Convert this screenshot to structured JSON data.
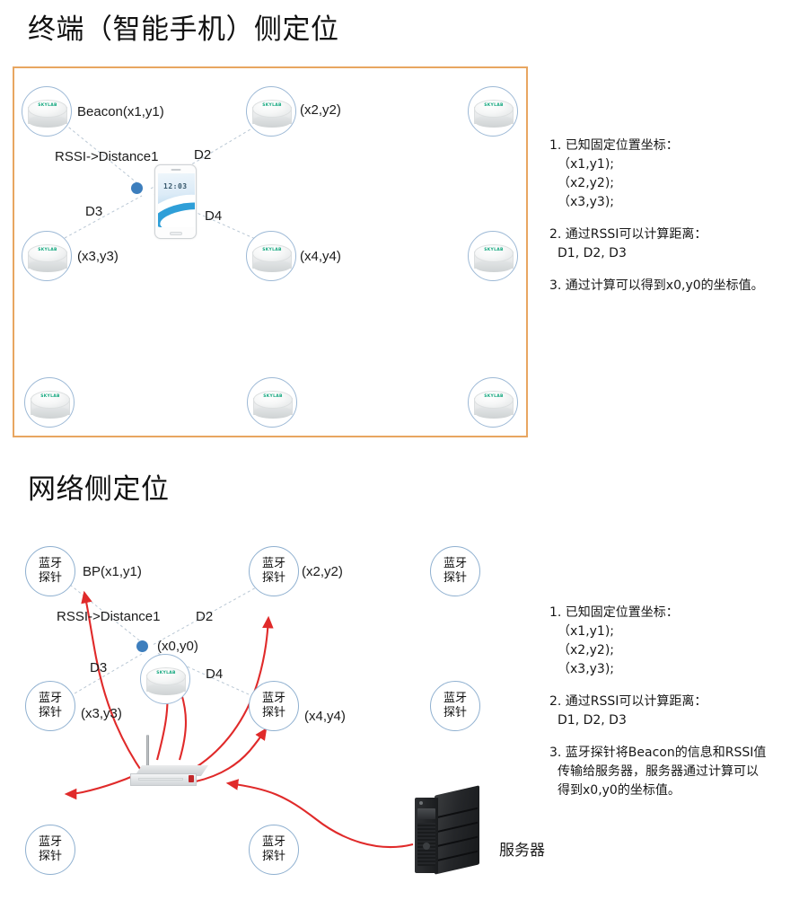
{
  "sections": {
    "top": {
      "title": "终端（智能手机）侧定位",
      "labels": {
        "beacon1": "Beacon(x1,y1)",
        "beacon2": "(x2,y2)",
        "beacon3": "(x3,y3)",
        "beacon4": "(x4,y4)",
        "rssi": "RSSI->Distance1",
        "d2": "D2",
        "d3": "D3",
        "d4": "D4"
      },
      "device_logo": "SKYLAB",
      "phone_clock": "12:03",
      "notes": {
        "item1_head": "1. 已知固定位置坐标：",
        "item1_c1": "（x1,y1);",
        "item1_c2": "（x2,y2);",
        "item1_c3": "（x3,y3);",
        "item2_head": "2. 通过RSSI可以计算距离：",
        "item2_body": "D1, D2, D3",
        "item3_head": "3. 通过计算可以得到x0,y0的坐标值。"
      }
    },
    "bottom": {
      "title": "网络侧定位",
      "probe_label": "蓝牙\n探针",
      "probe_line1": "蓝牙",
      "probe_line2": "探针",
      "labels": {
        "bp1": "BP(x1,y1)",
        "bp2": "(x2,y2)",
        "bp3": "(x3,y3)",
        "bp4": "(x4,y4)",
        "rssi": "RSSI->Distance1",
        "d2": "D2",
        "d3": "D3",
        "d4": "D4",
        "x0y0": "(x0,y0)",
        "server": "服务器"
      },
      "device_logo": "SKYLAB",
      "notes": {
        "item1_head": "1. 已知固定位置坐标：",
        "item1_c1": "（x1,y1);",
        "item1_c2": "（x2,y2);",
        "item1_c3": "（x3,y3);",
        "item2_head": "2. 通过RSSI可以计算距离：",
        "item2_body": "D1, D2, D3",
        "item3_l1": "3. 蓝牙探针将Beacon的信息和RSSI值",
        "item3_l2": "传输给服务器，服务器通过计算可以",
        "item3_l3": "得到x0,y0的坐标值。"
      }
    }
  },
  "colors": {
    "frame_border": "#e8a661",
    "node_ring": "#9db9d6",
    "arrow_red": "#e02a2a",
    "dashed_link": "#b9c7d4",
    "blue_dot": "#3d7ebd",
    "logo_green": "#12a77e"
  }
}
